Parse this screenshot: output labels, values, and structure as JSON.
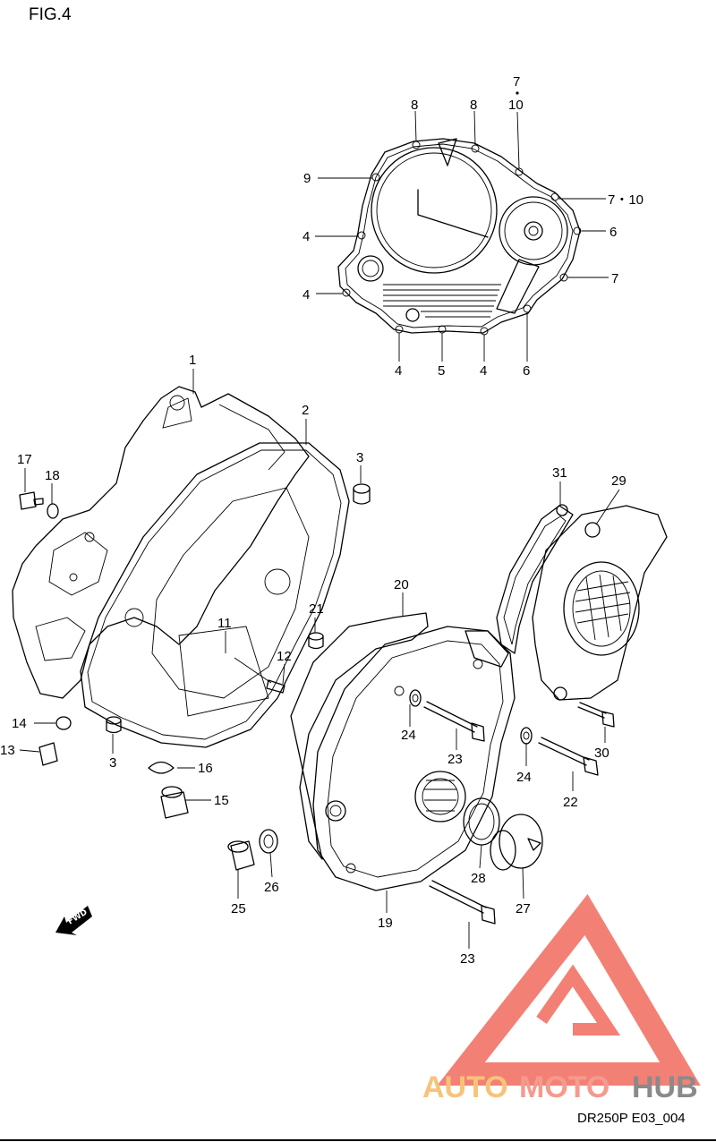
{
  "figure": {
    "title": "FIG.4",
    "code": "DR250P E03_004"
  },
  "watermark": {
    "part1": "AUTO",
    "part2": "MOTO",
    "part3": "HUB"
  },
  "fwd_label": "FWD",
  "callouts": {
    "c1": "1",
    "c2": "2",
    "c3a": "3",
    "c3b": "3",
    "c4a": "4",
    "c4b": "4",
    "c4c": "4",
    "c4d": "4",
    "c5": "5",
    "c6a": "6",
    "c6b": "6",
    "c7a": "7",
    "c7b": "7",
    "c10a": "10",
    "c7_10": "7・10",
    "c8a": "8",
    "c8b": "8",
    "c9": "9",
    "c11": "11",
    "c12": "12",
    "c13": "13",
    "c14": "14",
    "c15": "15",
    "c16": "16",
    "c17": "17",
    "c18": "18",
    "c19": "19",
    "c20": "20",
    "c21": "21",
    "c22": "22",
    "c23a": "23",
    "c23b": "23",
    "c24a": "24",
    "c24b": "24",
    "c25": "25",
    "c26": "26",
    "c27": "27",
    "c28": "28",
    "c29": "29",
    "c30": "30",
    "c31": "31"
  },
  "colors": {
    "watermark_red": "#f26b5e",
    "watermark_orange": "#f7b55a",
    "watermark_gray": "#7f7f7f"
  }
}
